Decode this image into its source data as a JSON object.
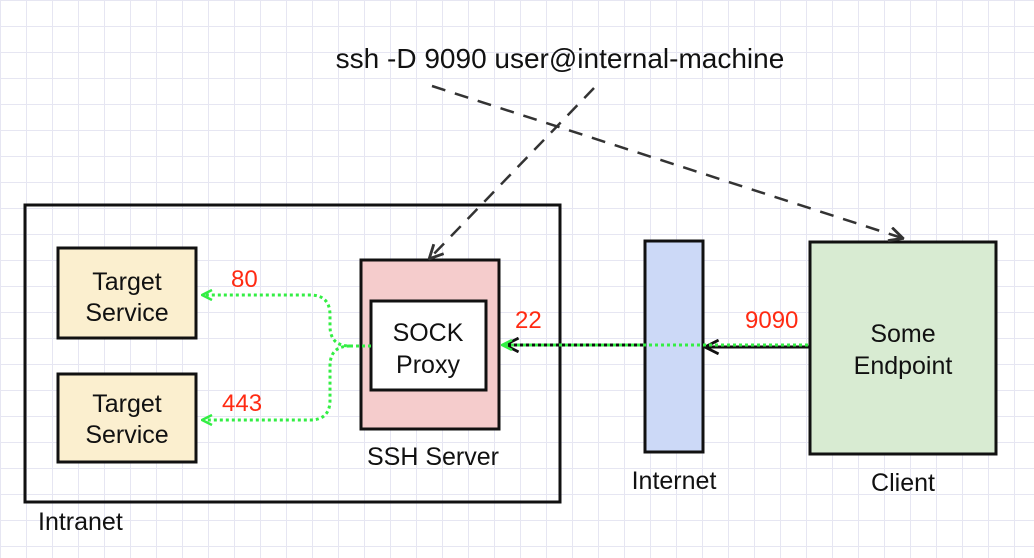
{
  "command": "ssh -D 9090 user@internal-machine",
  "intranet": {
    "label": "Intranet"
  },
  "target_services": [
    {
      "line1": "Target",
      "line2": "Service",
      "port": "80"
    },
    {
      "line1": "Target",
      "line2": "Service",
      "port": "443"
    }
  ],
  "ssh_server": {
    "label": "SSH Server",
    "proxy_line1": "SOCK",
    "proxy_line2": "Proxy",
    "port": "22"
  },
  "internet": {
    "label": "Internet"
  },
  "client": {
    "label": "Client",
    "endpoint_line1": "Some",
    "endpoint_line2": "Endpoint",
    "port": "9090"
  },
  "colors": {
    "target_fill": "#fbefcf",
    "ssh_fill": "#f5cccc",
    "internet_fill": "#ccd9f7",
    "client_fill": "#d8ebd2",
    "tunnel_green": "#33ee44",
    "port_red": "#ff2a12"
  }
}
